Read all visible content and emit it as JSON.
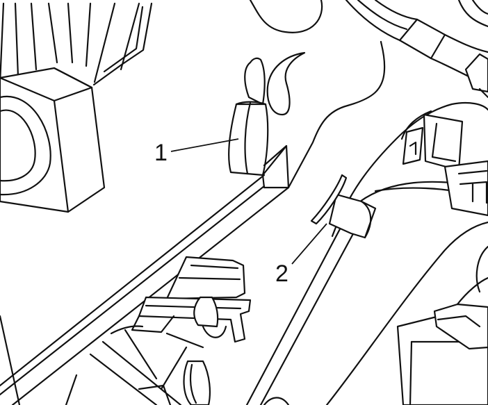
{
  "callouts": [
    {
      "id": "part-1",
      "label": "1"
    },
    {
      "id": "part-2",
      "label": "2"
    }
  ]
}
